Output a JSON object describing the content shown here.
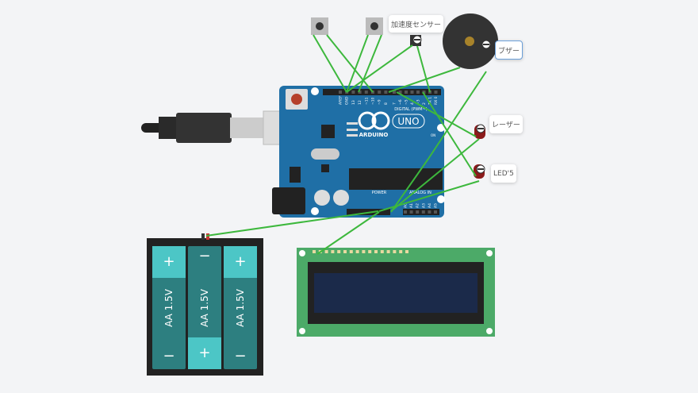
{
  "components": {
    "accelerometer_label": "加速度センサー",
    "buzzer_label": "ブザー",
    "laser_label": "レーザー",
    "led_label": "LED'5"
  },
  "arduino": {
    "brand": "ARDUINO",
    "model": "UNO",
    "digital_label": "DIGITAL (PWM~)",
    "power_label": "POWER",
    "analog_label": "ANALOG IN",
    "on_label": "ON",
    "digital_pins": [
      "AREF",
      "GND",
      "13",
      "12",
      "~11",
      "~10",
      "~9",
      "8",
      "7",
      "~6",
      "~5",
      "4",
      "~3",
      "2",
      "TX 1",
      "RX 0"
    ],
    "analog_pins": [
      "A0",
      "A1",
      "A2",
      "A3",
      "A4",
      "A5"
    ]
  },
  "battery": {
    "cells": [
      {
        "label": "AA 1.5V",
        "top": "+",
        "bottom": "−"
      },
      {
        "label": "AA 1.5V",
        "top": "−",
        "bottom": "+"
      },
      {
        "label": "AA 1.5V",
        "top": "+",
        "bottom": "−"
      }
    ]
  },
  "colors": {
    "wire": "#3db83d",
    "board": "#1f6fa6",
    "lcd_screen": "#1b2a4a",
    "lcd_pcb": "#4caa68",
    "background": "#f3f4f6"
  }
}
